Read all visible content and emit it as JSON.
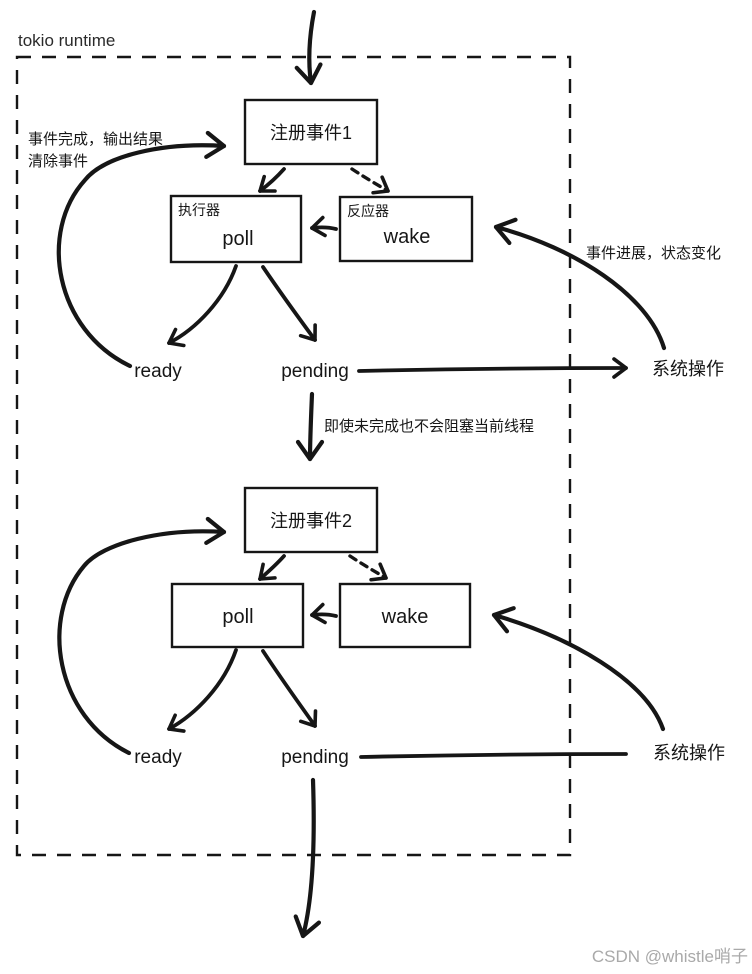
{
  "title": "tokio runtime",
  "watermark": "CSDN @whistle哨子",
  "colors": {
    "ink": "#161616",
    "background": "#ffffff",
    "watermark": "#a9a9a9"
  },
  "section1": {
    "register": "注册事件1",
    "executor_corner": "执行器",
    "poll": "poll",
    "reactor_corner": "反应器",
    "wake": "wake",
    "ready": "ready",
    "pending": "pending",
    "system_op": "系统操作",
    "note_complete_line1": "事件完成，输出结果",
    "note_complete_line2": "清除事件",
    "note_progress": "事件进展，状态变化"
  },
  "transition_note": "即使未完成也不会阻塞当前线程",
  "section2": {
    "register": "注册事件2",
    "poll": "poll",
    "wake": "wake",
    "ready": "ready",
    "pending": "pending",
    "system_op": "系统操作"
  }
}
